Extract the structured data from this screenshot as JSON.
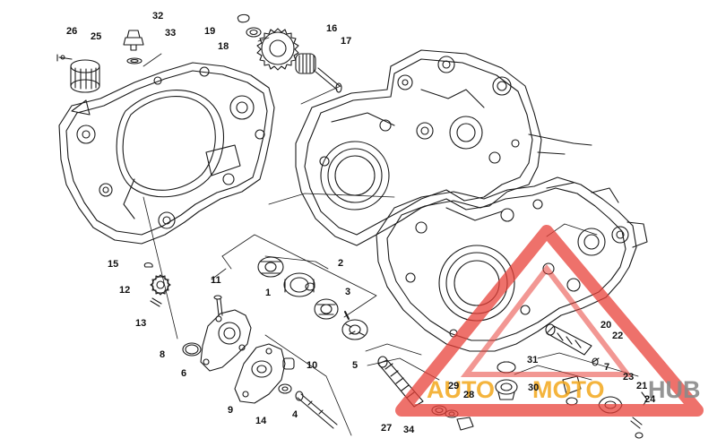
{
  "diagram": {
    "callouts": [
      "1",
      "2",
      "3",
      "4",
      "5",
      "6",
      "7",
      "8",
      "9",
      "10",
      "11",
      "12",
      "13",
      "14",
      "15",
      "16",
      "17",
      "18",
      "19",
      "20",
      "21",
      "22",
      "23",
      "24",
      "25",
      "26",
      "27",
      "28",
      "29",
      "30",
      "31",
      "32",
      "33",
      "34"
    ]
  },
  "watermark": {
    "brand_left": "AUTO",
    "brand_right": "MOTO",
    "brand_end": "HUB",
    "accent_color": "#e8413a",
    "orange_color": "#f3a81c",
    "grey_color": "#8a8a8a"
  },
  "colors": {
    "line": "#1a1a1a",
    "paper": "#ffffff"
  }
}
